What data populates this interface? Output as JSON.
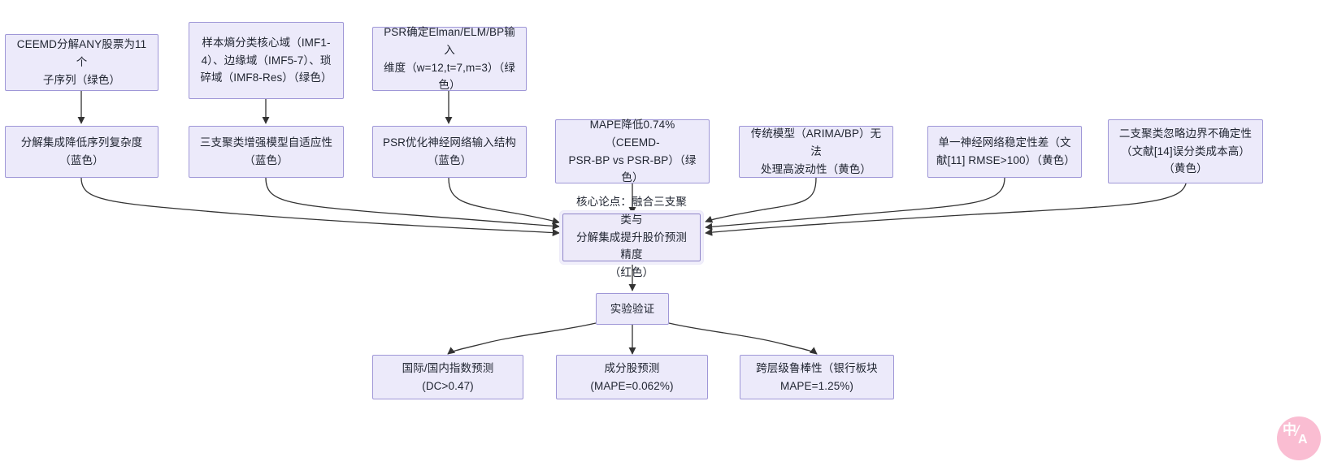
{
  "diagram": {
    "type": "flowchart",
    "title": "",
    "colors": {
      "node_fill": "#ECEAFA",
      "node_border": "#9F97D7",
      "core_border": "#8F85C9",
      "edge": "#333333",
      "watermark": "#F9A8C4",
      "background": "#FFFFFF"
    },
    "nodes": [
      {
        "id": "t1",
        "label": "CEEMD分解ANY股票为11个\n子序列（绿色）"
      },
      {
        "id": "t2",
        "label": "样本熵分类核心域（IMF1-\n4）、边缘域（IMF5-7）、琐\n碎域（IMF8-Res）（绿色）"
      },
      {
        "id": "t3",
        "label": "PSR确定Elman/ELM/BP输入\n维度（w=12,t=7,m=3）（绿\n色）"
      },
      {
        "id": "m1",
        "label": "分解集成降低序列复杂度\n（蓝色）"
      },
      {
        "id": "m2",
        "label": "三支聚类增强模型自适应性\n（蓝色）"
      },
      {
        "id": "m3",
        "label": "PSR优化神经网络输入结构\n（蓝色）"
      },
      {
        "id": "m4",
        "label": "MAPE降低0.74%（CEEMD-\nPSR-BP vs PSR-BP）（绿\n色）"
      },
      {
        "id": "m5",
        "label": "传统模型（ARIMA/BP）无法\n处理高波动性（黄色）"
      },
      {
        "id": "m6",
        "label": "单一神经网络稳定性差（文\n献[11] RMSE>100）（黄色）"
      },
      {
        "id": "m7",
        "label": "二支聚类忽略边界不确定性\n（文献[14]误分类成本高）\n（黄色）"
      },
      {
        "id": "core",
        "label": "核心论点：融合三支聚类与\n分解集成提升股价预测精度\n（红色）"
      },
      {
        "id": "exp",
        "label": "实验验证"
      },
      {
        "id": "b1",
        "label": "国际/国内指数预测\n(DC>0.47)"
      },
      {
        "id": "b2",
        "label": "成分股预测\n(MAPE=0.062%)"
      },
      {
        "id": "b3",
        "label": "跨层级鲁棒性（银行板块\nMAPE=1.25%)"
      }
    ],
    "edges": [
      {
        "from": "t1",
        "to": "m1"
      },
      {
        "from": "t2",
        "to": "m2"
      },
      {
        "from": "t3",
        "to": "m3"
      },
      {
        "from": "m1",
        "to": "core"
      },
      {
        "from": "m2",
        "to": "core"
      },
      {
        "from": "m3",
        "to": "core"
      },
      {
        "from": "m4",
        "to": "core"
      },
      {
        "from": "m5",
        "to": "core"
      },
      {
        "from": "m6",
        "to": "core"
      },
      {
        "from": "m7",
        "to": "core"
      },
      {
        "from": "core",
        "to": "exp"
      },
      {
        "from": "exp",
        "to": "b1"
      },
      {
        "from": "exp",
        "to": "b2"
      },
      {
        "from": "exp",
        "to": "b3"
      }
    ]
  },
  "watermark": {
    "cn": "中",
    "slash": "/",
    "a": "A"
  }
}
